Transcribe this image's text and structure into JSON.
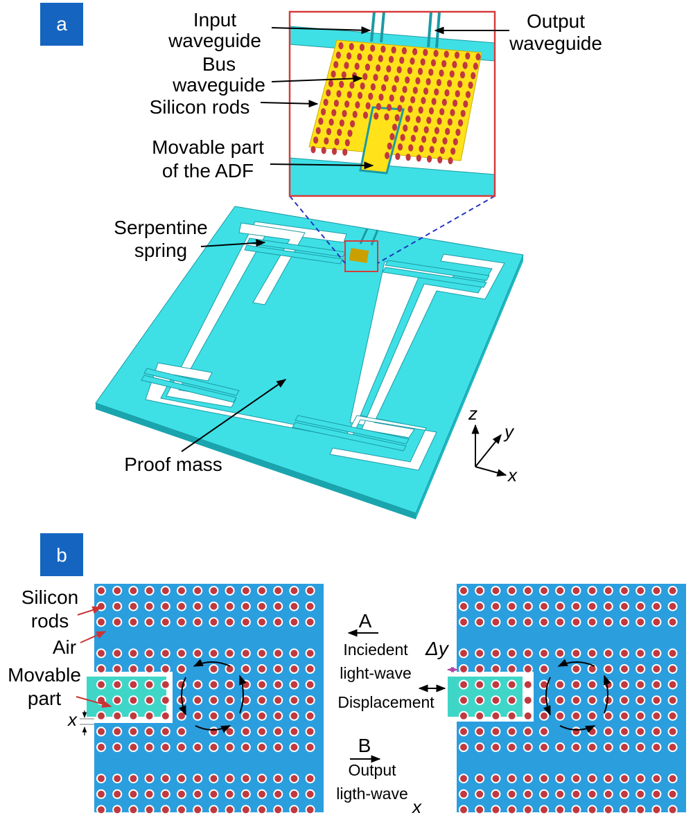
{
  "panel_a": {
    "badge": "a",
    "labels": {
      "input_waveguide": [
        "Input",
        "waveguide"
      ],
      "output_waveguide": [
        "Output",
        "waveguide"
      ],
      "bus_waveguide": [
        "Bus",
        "waveguide"
      ],
      "silicon_rods": "Silicon rods",
      "movable_part": [
        "Movable part",
        "of the ADF"
      ],
      "serpentine_spring": [
        "Serpentine",
        "spring"
      ],
      "proof_mass": "Proof mass"
    },
    "axes": {
      "z": "z",
      "y": "y",
      "x": "x"
    }
  },
  "panel_b": {
    "badge": "b",
    "labels": {
      "silicon_rods": [
        "Silicon",
        "rods"
      ],
      "air": "Air",
      "movable_part": [
        "Movable",
        "part"
      ],
      "x_gap": "x",
      "delta_y": "Δy",
      "port_a": "A",
      "incident": [
        "Inciedent",
        "light-wave"
      ],
      "displacement": "Displacement",
      "port_b": "B",
      "output": [
        "Output",
        "ligth-wave"
      ],
      "x_axis": "x"
    }
  },
  "colors": {
    "badge": "#1565c0",
    "slab": "#3ee0e6",
    "slab_side": "#1fb8c2",
    "crystal_bg": "#2b9ede",
    "rod": "#c0393f",
    "rod_yellow_bg": "#ffe21a",
    "inset_frame": "#d83a3a",
    "arrow_red": "#cc3333",
    "dashed": "#2234c0",
    "delta_marker": "#b04aa8"
  }
}
